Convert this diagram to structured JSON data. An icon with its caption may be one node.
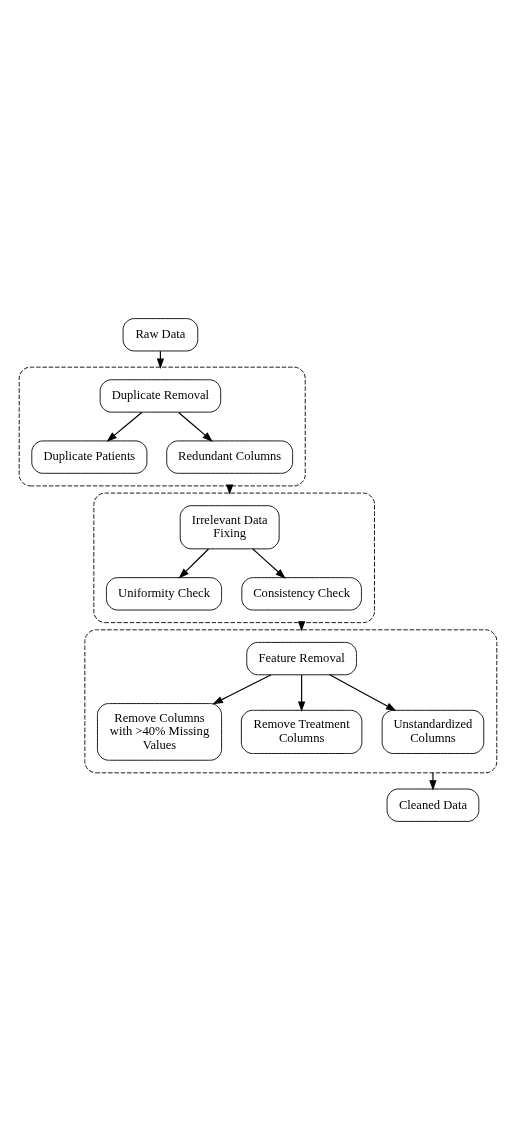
{
  "diagram": {
    "nodes": [
      {
        "text": [
          "Raw Data"
        ]
      },
      {
        "text": [],
        "shape": "box"
      },
      {
        "text": [
          "Duplicate Removal"
        ],
        "in": 1
      },
      {
        "text": [
          "Duplicate Patients"
        ],
        "in": 1
      },
      {
        "text": [
          "Redundant Columns"
        ],
        "in": 1
      },
      {
        "text": [],
        "shape": "box"
      },
      {
        "text": [
          "Irrelevant Data Fixing"
        ],
        "in": 5
      },
      {
        "text": [
          "Uniformity Check"
        ],
        "in": 5
      },
      {
        "text": [
          "Consistency Check"
        ],
        "in": 5
      },
      {
        "text": [],
        "shape": "box"
      },
      {
        "text": [
          "Feature Removal"
        ],
        "in": 9
      },
      {
        "text": [
          "Remove Columns with >40% Missing Values"
        ],
        "in": 9
      },
      {
        "text": [
          "Remove Treatment Columns"
        ],
        "in": 9
      },
      {
        "text": [
          "Unstandardized Columns"
        ],
        "in": 9
      },
      {
        "text": [
          "Cleaned Data"
        ]
      }
    ],
    "edges": [
      {
        "from": 0,
        "to": 1,
        "arrow": "to"
      },
      {
        "from": 2,
        "to": 3,
        "arrow": "to"
      },
      {
        "from": 2,
        "to": 4,
        "arrow": "to"
      },
      {
        "from": 1,
        "to": 5,
        "arrow": "to"
      },
      {
        "from": 6,
        "to": 7,
        "arrow": "to"
      },
      {
        "from": 6,
        "to": 8,
        "arrow": "to"
      },
      {
        "from": 5,
        "to": 9,
        "arrow": "to"
      },
      {
        "from": 10,
        "to": 11,
        "arrow": "to"
      },
      {
        "from": 10,
        "to": 12,
        "arrow": "to"
      },
      {
        "from": 10,
        "to": 13,
        "arrow": "to"
      },
      {
        "from": 9,
        "to": 14,
        "arrow": "to"
      }
    ]
  }
}
